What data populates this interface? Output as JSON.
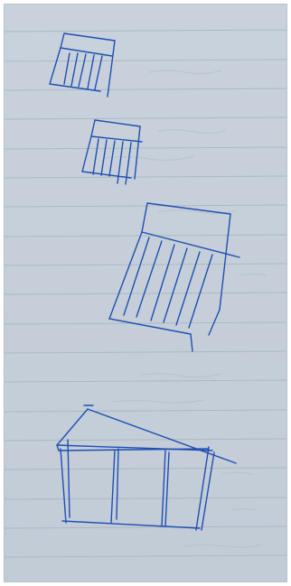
{
  "page": {
    "background": "#c6cfd9",
    "ink_color": "#1f4fb3",
    "line_color": "#aab6c4"
  },
  "sketches": [
    {
      "name": "small-tilted-box-1"
    },
    {
      "name": "small-tilted-box-2"
    },
    {
      "name": "large-tilted-box"
    },
    {
      "name": "house-shaped-box"
    }
  ]
}
